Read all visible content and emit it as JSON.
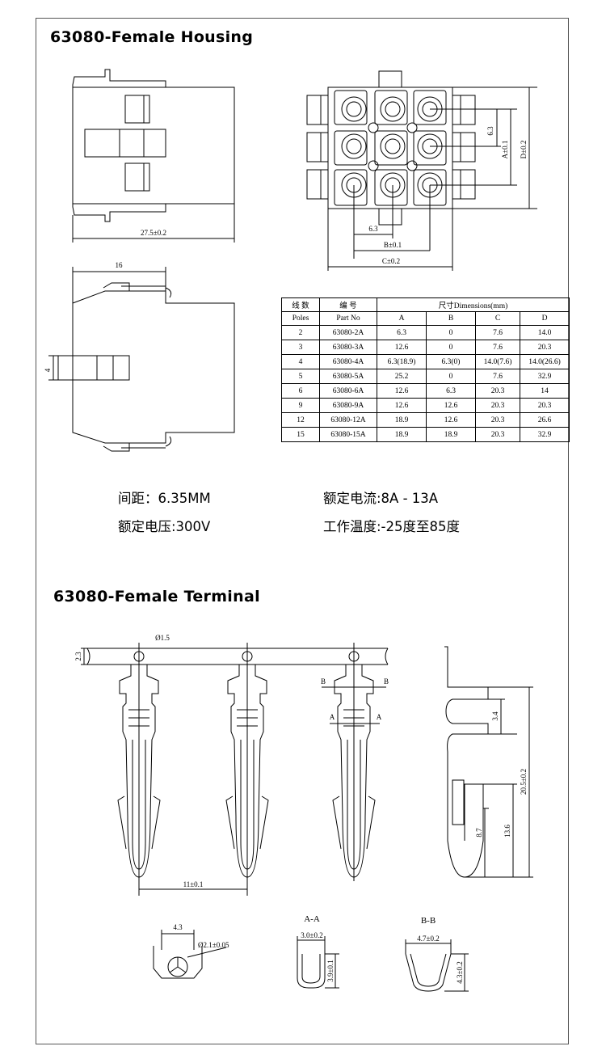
{
  "housing": {
    "title": "63080-Female Housing",
    "dim_width": "27.5±0.2",
    "dim_16": "16",
    "dim_4": "4",
    "dim_63_v": "6.3",
    "dim_63_h": "6.3",
    "dim_A": "A±0.1",
    "dim_D": "D±0.2",
    "dim_B": "B±0.1",
    "dim_C": "C±0.2"
  },
  "table": {
    "h_poles_cn": "线 数",
    "h_part_cn": "编 号",
    "h_dims": "尺寸Dimensions(mm)",
    "h_poles": "Poles",
    "h_part": "Part No",
    "h_a": "A",
    "h_b": "B",
    "h_c": "C",
    "h_d": "D",
    "rows": [
      [
        "2",
        "63080-2A",
        "6.3",
        "0",
        "7.6",
        "14.0"
      ],
      [
        "3",
        "63080-3A",
        "12.6",
        "0",
        "7.6",
        "20.3"
      ],
      [
        "4",
        "63080-4A",
        "6.3(18.9)",
        "6.3(0)",
        "14.0(7.6)",
        "14.0(26.6)"
      ],
      [
        "5",
        "63080-5A",
        "25.2",
        "0",
        "7.6",
        "32.9"
      ],
      [
        "6",
        "63080-6A",
        "12.6",
        "6.3",
        "20.3",
        "14"
      ],
      [
        "9",
        "63080-9A",
        "12.6",
        "12.6",
        "20.3",
        "20.3"
      ],
      [
        "12",
        "63080-12A",
        "18.9",
        "12.6",
        "20.3",
        "26.6"
      ],
      [
        "15",
        "63080-15A",
        "18.9",
        "18.9",
        "20.3",
        "32.9"
      ]
    ]
  },
  "specs": {
    "pitch": "间距：6.35MM",
    "current": "额定电流:8A - 13A",
    "voltage": "额定电压:300V",
    "temp": "工作温度:-25度至85度"
  },
  "terminal": {
    "title": "63080-Female Terminal",
    "dim_hole": "Ø1.5",
    "dim_23": "2.3",
    "dim_pitch": "11±0.1",
    "dim_34": "3.4",
    "dim_136": "13.6",
    "dim_87": "8.7",
    "dim_205": "20.5±0.2",
    "label_b": "B",
    "label_a": "A",
    "dim_43": "4.3",
    "dim_pin": "Ø2.1±0.05",
    "sec_aa": "A-A",
    "sec_bb": "B-B",
    "dim_30": "3.0±0.2",
    "dim_39": "3.9±0.1",
    "dim_47": "4.7±0.2",
    "dim_43b": "4.3±0.2"
  }
}
